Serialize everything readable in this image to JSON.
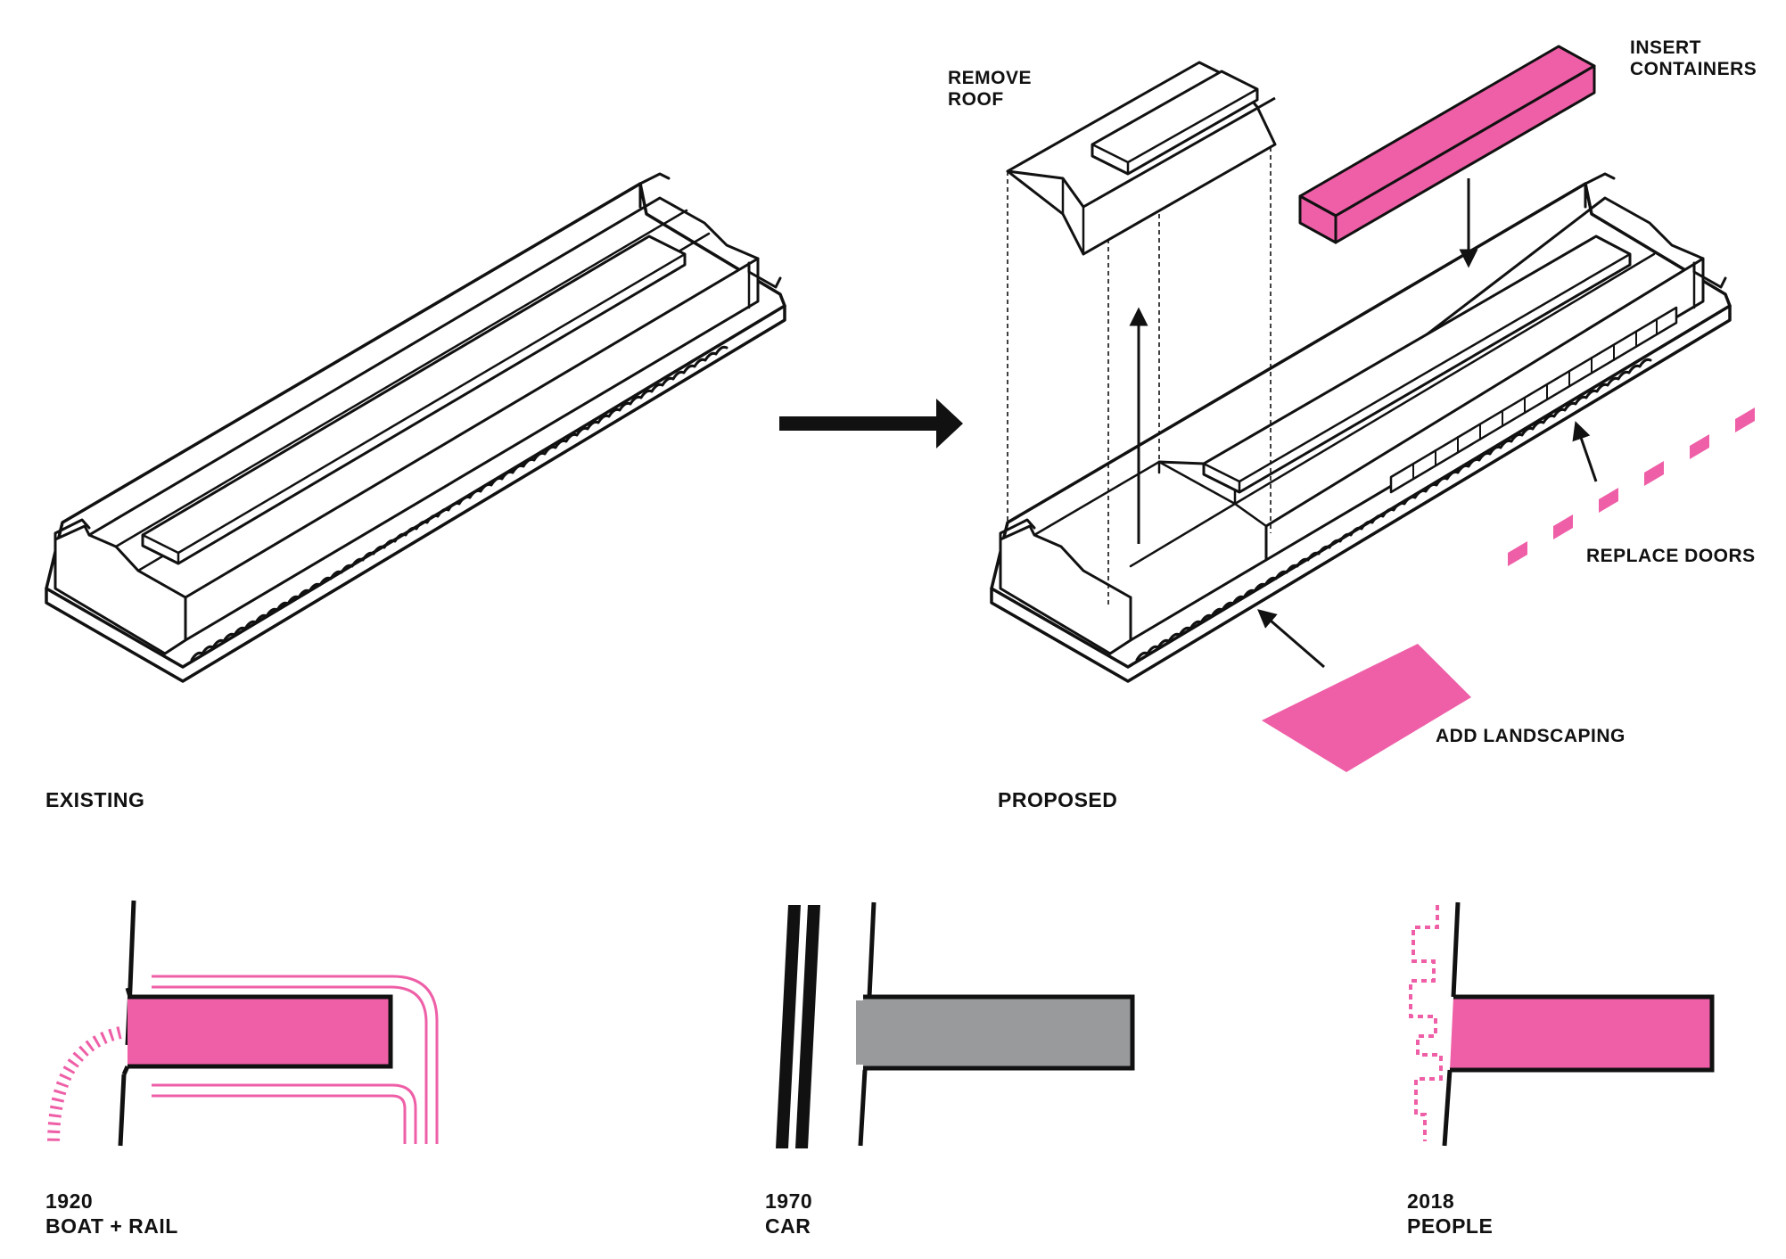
{
  "colors": {
    "ink": "#111111",
    "accent": "#ee5fa7",
    "grey": "#999a9c",
    "background": "#ffffff"
  },
  "labels": {
    "remove_roof": [
      "REMOVE",
      "ROOF"
    ],
    "insert_containers": [
      "INSERT",
      "CONTAINERS"
    ],
    "replace_doors": "REPLACE DOORS",
    "add_landscaping": "ADD LANDSCAPING",
    "existing": "EXISTING",
    "proposed": "PROPOSED"
  },
  "eras": [
    {
      "year": "1920",
      "mode": "BOAT + RAIL"
    },
    {
      "year": "1970",
      "mode": "CAR"
    },
    {
      "year": "2018",
      "mode": "PEOPLE"
    }
  ]
}
